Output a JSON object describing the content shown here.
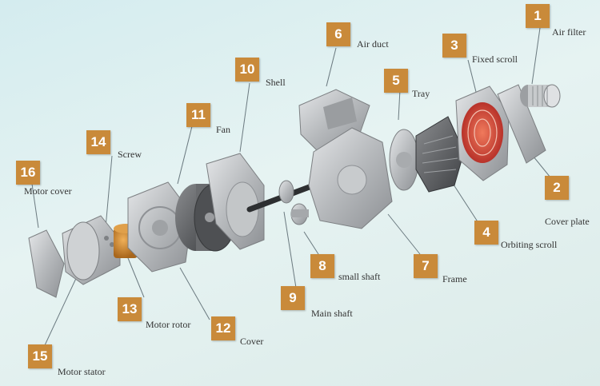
{
  "colors": {
    "badge": "#c98a3a",
    "metal": "#b9bcbf",
    "dark": "#5a5c5e",
    "scroll_hot": "#d9483b",
    "rotor": "#d08a2e",
    "leader": "#6b7a80"
  },
  "parts": [
    {
      "num": "1",
      "label": "Air filter"
    },
    {
      "num": "2",
      "label": "Cover plate"
    },
    {
      "num": "3",
      "label": "Fixed scroll"
    },
    {
      "num": "4",
      "label": "Orbiting scroll"
    },
    {
      "num": "5",
      "label": "Tray"
    },
    {
      "num": "6",
      "label": "Air duct"
    },
    {
      "num": "7",
      "label": "Frame"
    },
    {
      "num": "8",
      "label": "small shaft"
    },
    {
      "num": "9",
      "label": "Main shaft"
    },
    {
      "num": "10",
      "label": "Shell"
    },
    {
      "num": "11",
      "label": "Fan"
    },
    {
      "num": "12",
      "label": "Cover"
    },
    {
      "num": "13",
      "label": "Motor rotor"
    },
    {
      "num": "14",
      "label": "Screw"
    },
    {
      "num": "15",
      "label": "Motor stator"
    },
    {
      "num": "16",
      "label": "Motor cover"
    }
  ]
}
